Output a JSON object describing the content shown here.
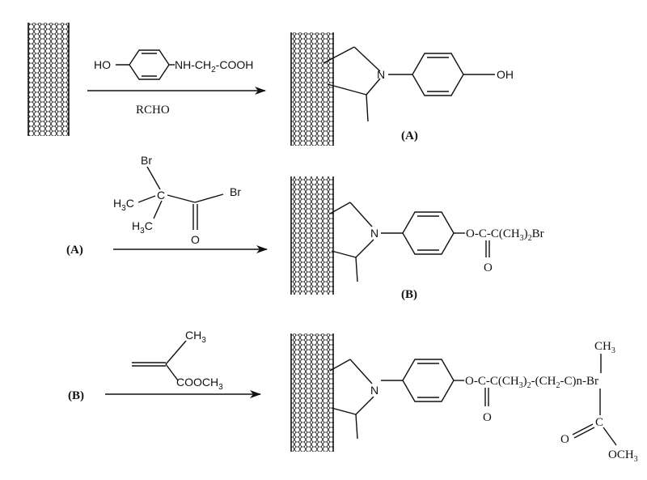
{
  "row1": {
    "reagent": "HO — ⟨ring⟩ — NH-CH2-COOH",
    "reagent_ho": "HO",
    "reagent_chain": "NH-CH",
    "reagent_sub2": "2",
    "reagent_tail": "-COOH",
    "condition": "RCHO",
    "product_oh": "OH",
    "product_n": "N",
    "product_label": "(A)"
  },
  "row2": {
    "start_label": "(A)",
    "reagent_br_top": "Br",
    "reagent_br_right": "Br",
    "reagent_c": "C",
    "reagent_h3c_1": "H",
    "reagent_h3c_1_sub": "3",
    "reagent_h3c_1_c": "C",
    "reagent_h3c_2": "H",
    "reagent_h3c_2_sub": "3",
    "reagent_h3c_2_c": "C",
    "reagent_o": "O",
    "product_n": "N",
    "product_ester": "O-C-C(CH",
    "product_ester_sub3": "3",
    "product_ester_mid": ")",
    "product_ester_sub2": "2",
    "product_ester_end": "Br",
    "product_o": "O",
    "product_label": "(B)"
  },
  "row3": {
    "start_label": "(B)",
    "reagent_ch3": "CH",
    "reagent_ch3_sub": "3",
    "reagent_ester": "COOCH",
    "reagent_ester_sub": "3",
    "product_n": "N",
    "product_chain": "O-C-C(CH",
    "product_chain_sub3": "3",
    "product_chain_mid": ")",
    "product_chain_sub2": "2",
    "product_chain_mid2": "-(CH",
    "product_chain_sub2b": "2",
    "product_chain_mid3": "-C)n-Br",
    "product_ch3": "CH",
    "product_ch3_sub": "3",
    "product_o_ester": "O",
    "product_o_carbonyl": "O",
    "product_c": "C",
    "product_och3": "OCH",
    "product_och3_sub": "3"
  }
}
